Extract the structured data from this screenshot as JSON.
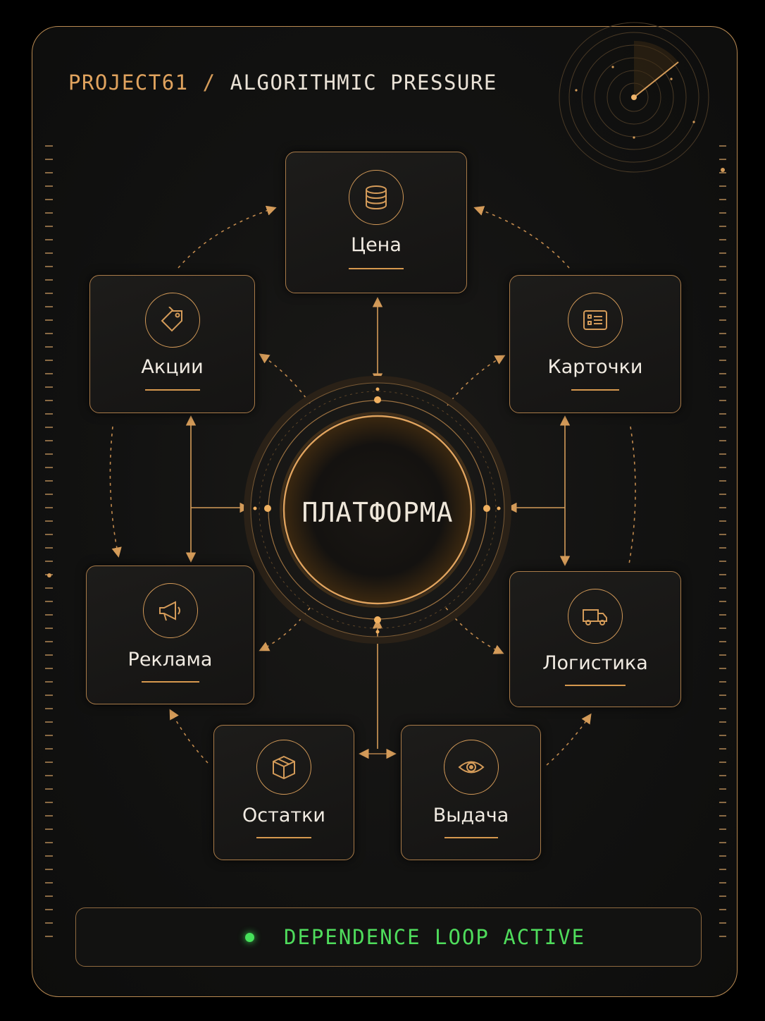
{
  "header": {
    "brand": "PROJECT61",
    "separator": "/",
    "title": "ALGORITHMIC PRESSURE"
  },
  "center": {
    "label": "ПЛАТФОРМА"
  },
  "nodes": {
    "price": {
      "label": "Цена",
      "icon": "coins-icon"
    },
    "cards": {
      "label": "Карточки",
      "icon": "card-list-icon"
    },
    "promos": {
      "label": "Акции",
      "icon": "tag-icon"
    },
    "ads": {
      "label": "Реклама",
      "icon": "megaphone-icon"
    },
    "logistics": {
      "label": "Логистика",
      "icon": "truck-icon"
    },
    "stock": {
      "label": "Остатки",
      "icon": "box-icon"
    },
    "search": {
      "label": "Выдача",
      "icon": "eye-icon"
    }
  },
  "status": {
    "text": "DEPENDENCE LOOP ACTIVE",
    "indicator_color": "#46e05a"
  },
  "colors": {
    "accent": "#d49b59",
    "border": "#a97b49",
    "background": "#121211",
    "status": "#4fdc5c"
  }
}
